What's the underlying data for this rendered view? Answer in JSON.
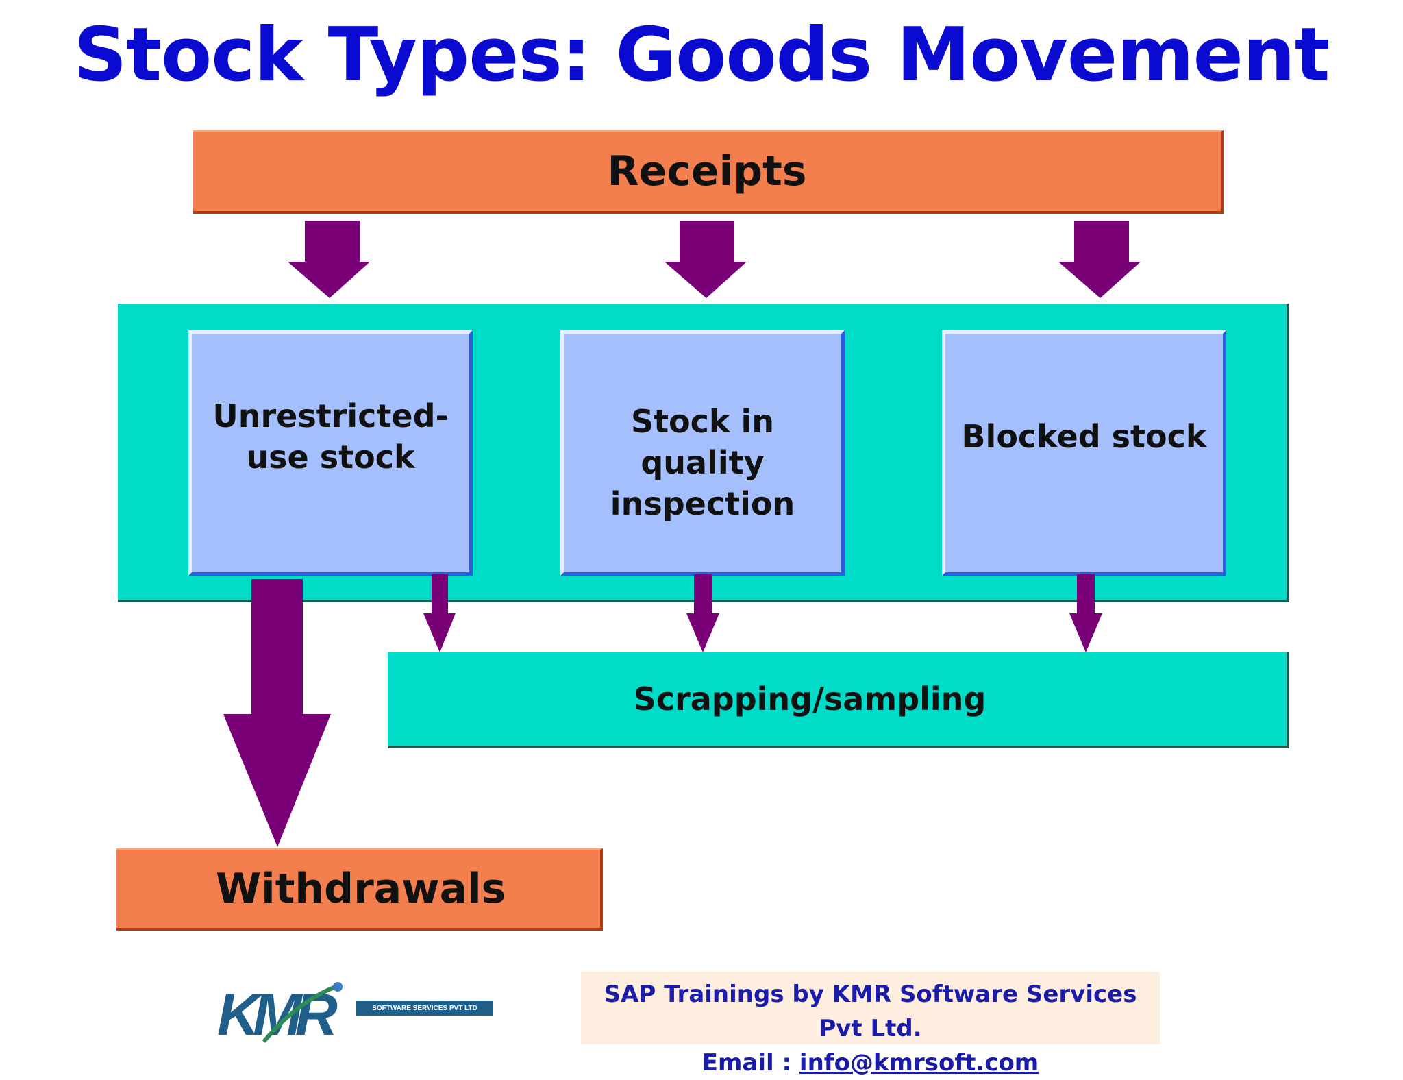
{
  "title": "Stock Types: Goods Movement",
  "receipts": "Receipts",
  "stocks": [
    {
      "label": "Unrestricted-use stock",
      "lines": [
        "Unrestricted-",
        "use stock"
      ]
    },
    {
      "label": "Stock in quality inspection",
      "lines": [
        "Stock in quality",
        "inspection"
      ]
    },
    {
      "label": "Blocked stock",
      "lines": [
        "Blocked stock"
      ]
    }
  ],
  "scrapping": "Scrapping/sampling",
  "withdrawals": "Withdrawals",
  "footer": {
    "line1": "SAP Trainings by KMR Software Services Pvt Ltd.",
    "email_label": "Email : ",
    "email": "info@kmrsoft.com"
  },
  "logo": {
    "name": "KMR",
    "tagline": "SOFTWARE SERVICES PVT LTD"
  },
  "colors": {
    "title": "#0a0ad0",
    "orange": "#f47f4e",
    "teal": "#00dcc8",
    "box": "#a4bffb",
    "arrow": "#7a0078"
  }
}
